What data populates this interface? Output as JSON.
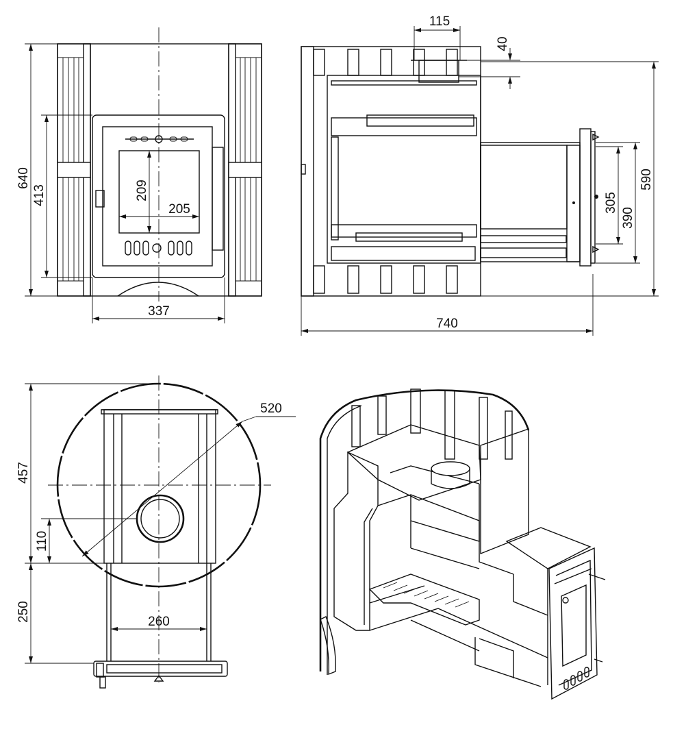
{
  "dimensions": {
    "front_height": "640",
    "front_door_height": "413",
    "front_window_height": "209",
    "front_window_width": "205",
    "front_width": "337",
    "side_flue": "115",
    "side_top": "40",
    "side_depth": "740",
    "side_height": "590",
    "side_door_inner": "305",
    "side_door_outer": "390",
    "top_diameter": "520",
    "top_depth": "457",
    "top_flue_offset": "110",
    "top_tunnel_length": "250",
    "top_tunnel_width": "260"
  }
}
